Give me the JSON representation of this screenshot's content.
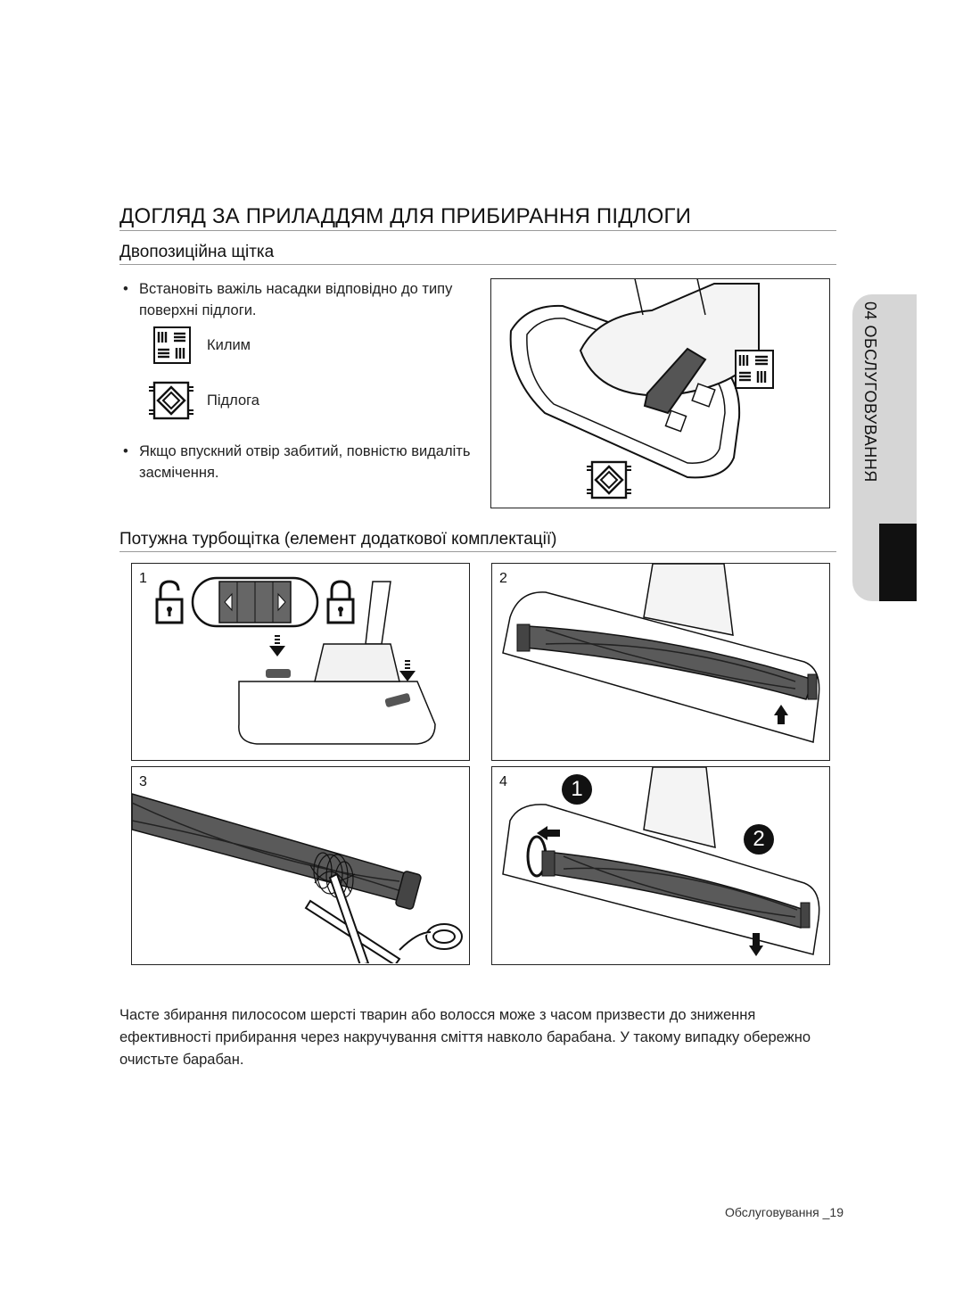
{
  "page": {
    "title": "ДОГЛЯД ЗА ПРИЛАДДЯМ ДЛЯ ПРИБИРАННЯ ПІДЛОГИ",
    "side_tab": "04 ОБСЛУГОВУВАННЯ",
    "footer": "Обслуговування _19"
  },
  "section1": {
    "heading": "Двопозиційна щітка",
    "bullet_symbol": "•",
    "bullet1": "Встановіть важіль насадки відповідно до типу поверхні підлоги.",
    "carpet_label": "Килим",
    "floor_label": "Підлога",
    "bullet2": "Якщо впускний отвір забитий, повністю видаліть засмічення.",
    "icons": [
      "carpet-icon",
      "floor-icon"
    ]
  },
  "section2": {
    "heading": "Потужна турбощітка (елемент додаткової комплектації)",
    "panels": [
      {
        "number": "1"
      },
      {
        "number": "2"
      },
      {
        "number": "3"
      },
      {
        "number": "4",
        "steps": [
          "1",
          "2"
        ]
      }
    ],
    "paragraph": "Часте збирання пилососом шерсті тварин або волосся може з часом призвести до зниження ефективності прибирання через накручування сміття навколо барабана. У такому випадку обережно очистьте барабан."
  },
  "colors": {
    "text": "#1a1a1a",
    "tab_bg": "#d6d6d6",
    "tab_dark": "#111111",
    "roller": "#5a5a5a"
  }
}
